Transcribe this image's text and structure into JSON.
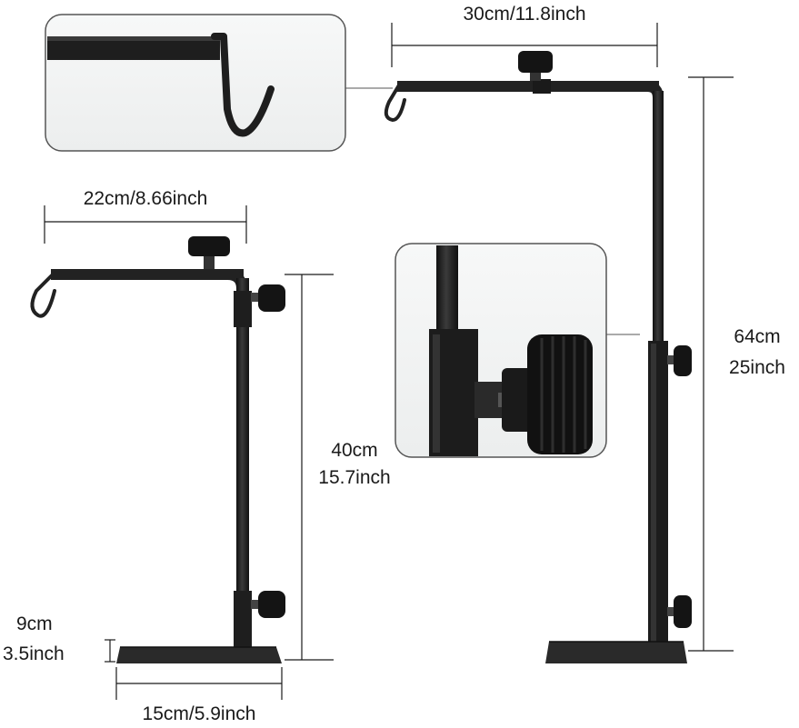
{
  "small_stand": {
    "top_width_label": "22cm/8.66inch",
    "height_label_line1": "40cm",
    "height_label_line2": "15.7inch",
    "base_offset_line1": "9cm",
    "base_offset_line2": "3.5inch",
    "base_width_label": "15cm/5.9inch"
  },
  "large_stand": {
    "top_width_label": "30cm/11.8inch",
    "height_label_line1": "64cm",
    "height_label_line2": "25inch"
  },
  "insets": [
    "hook-detail",
    "clamp-knob-detail"
  ],
  "colors": {
    "metal": "#222222",
    "dimension_line": "#1a1a1a",
    "inset_border": "#555555",
    "inset_bg": "#f4f5f5"
  }
}
